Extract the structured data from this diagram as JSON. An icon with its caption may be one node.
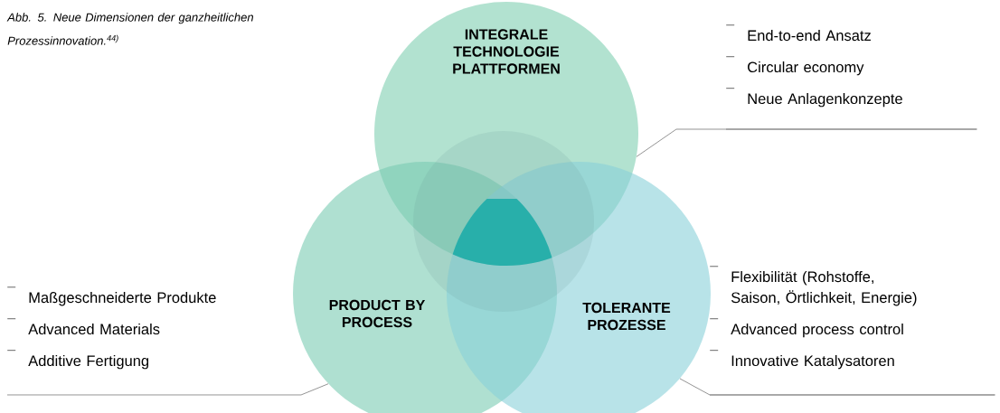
{
  "diagram": {
    "caption": "Abb. 5. Neue Dimensionen der ganzheitlichen Prozessinnovation.$^{44)}$",
    "nodes": [
      {
        "text": [
          "INTEGRALE TECHNOLOGIE PLATTFORMEN"
        ]
      },
      {
        "text": [
          "PRODUCT BY PROCESS"
        ]
      },
      {
        "text": [
          "TOLERANTE PROZESSE"
        ]
      },
      {
        "text": [
          "End-to-end Ansatz",
          "Circular economy",
          "Neue Anlagenkonzepte"
        ]
      },
      {
        "text": [
          "Maßgeschneiderte Produkte",
          "Advanced Materials",
          "Additive Fertigung"
        ]
      },
      {
        "text": [
          "Flexibilität (Rohstoffe, Saison, Örtlichkeit, Energie)",
          "Advanced process control",
          "Innovative Katalysatoren"
        ]
      }
    ],
    "edges": [
      {
        "from": 3,
        "to": 0,
        "arrow": "none"
      },
      {
        "from": 4,
        "to": 1,
        "arrow": "none"
      },
      {
        "from": 5,
        "to": 2,
        "arrow": "none"
      }
    ]
  }
}
